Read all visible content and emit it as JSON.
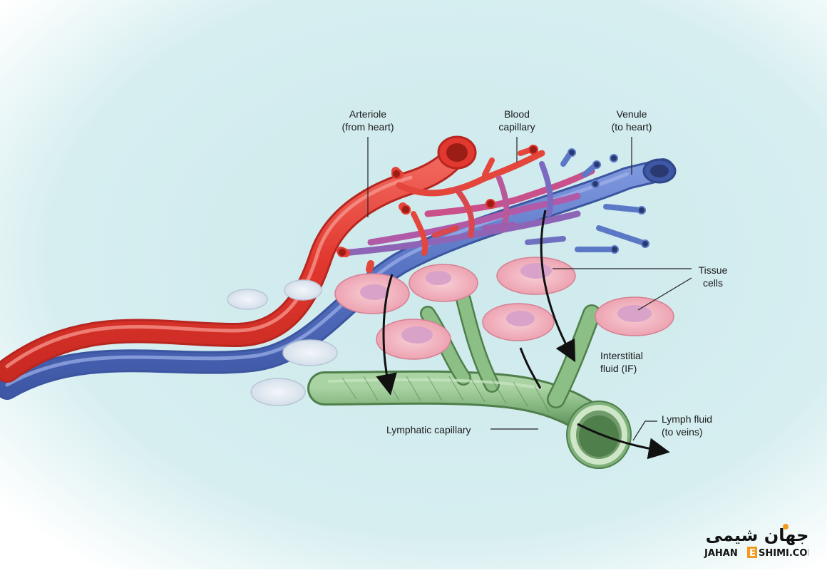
{
  "labels": {
    "arteriole": {
      "line1": "Arteriole",
      "line2": "(from heart)"
    },
    "capillary": {
      "line1": "Blood",
      "line2": "capillary"
    },
    "venule": {
      "line1": "Venule",
      "line2": "(to heart)"
    },
    "tissue": {
      "line1": "Tissue",
      "line2": "cells"
    },
    "interstitial": {
      "line1": "Interstitial",
      "line2": "fluid (IF)"
    },
    "lymphatic": "Lymphatic capillary",
    "lymph": {
      "line1": "Lymph fluid",
      "line2": "(to veins)"
    }
  },
  "watermark": {
    "persian": "جهان شیمی",
    "latin": "JAHAN E SHIMI.COM"
  },
  "colors": {
    "background": "#d3ecef",
    "artery": "#e8453c",
    "vein": "#5b78c6",
    "capillary_mix": "#b05aa8",
    "lymph": "#7fb17a",
    "cell": "#f2b8c2",
    "nucleus": "#d9a2c8",
    "arrow": "#111111"
  }
}
